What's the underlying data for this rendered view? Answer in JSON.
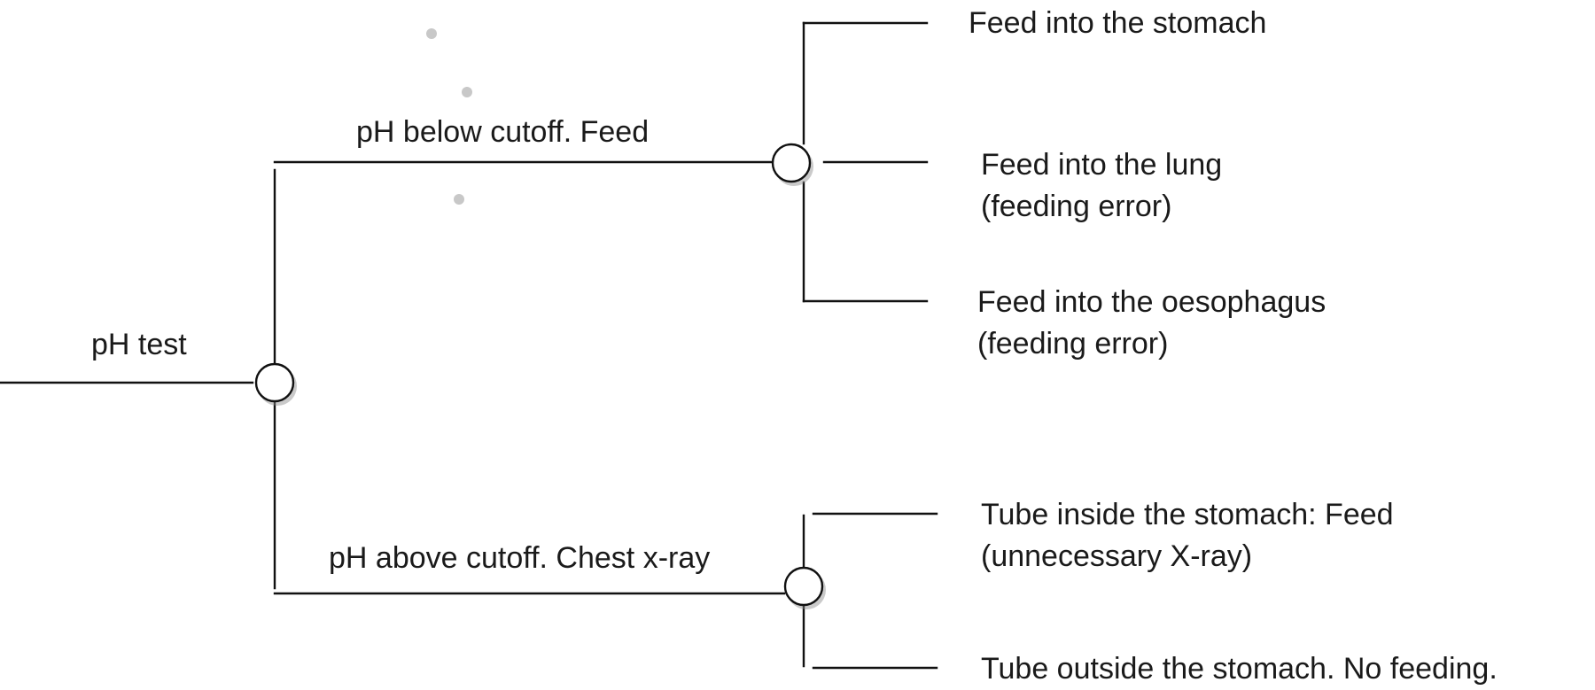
{
  "branches": {
    "root": "pH test",
    "below": "pH below cutoff. Feed",
    "above": "pH above cutoff. Chest x-ray"
  },
  "outcomes": {
    "stomach": {
      "line1": "Feed into the stomach"
    },
    "lung": {
      "line1": "Feed into the lung",
      "line2": "(feeding error)"
    },
    "oesophagus": {
      "line1": "Feed into the oesophagus",
      "line2": "(feeding error)"
    },
    "inside": {
      "line1": "Tube inside the stomach: Feed",
      "line2": "(unnecessary X-ray)"
    },
    "outside": {
      "line1": "Tube outside the stomach. No feeding."
    }
  },
  "colors": {
    "line": "#111111",
    "node_fill": "#ffffff",
    "text": "#1a1a1a"
  }
}
